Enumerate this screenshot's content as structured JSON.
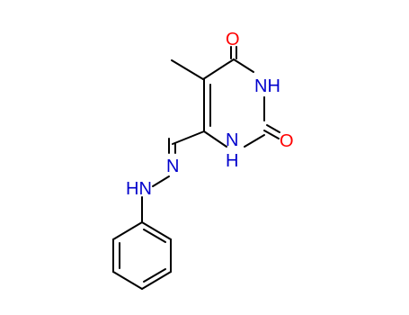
{
  "molecule": {
    "atoms": [
      {
        "id": "o_top",
        "symbol": "O",
        "color": "#ff0000"
      },
      {
        "id": "nh_ring_top",
        "symbol": "NH",
        "color": "#0000cc"
      },
      {
        "id": "o_right",
        "symbol": "O",
        "color": "#ff0000"
      },
      {
        "id": "nh_ring_bottom_n",
        "symbol": "N",
        "color": "#0000cc"
      },
      {
        "id": "nh_ring_bottom_h",
        "symbol": "H",
        "color": "#0000cc"
      },
      {
        "id": "n_azo",
        "symbol": "N",
        "color": "#0000cc"
      },
      {
        "id": "hn_hydrazone",
        "symbol": "HN",
        "color": "#0000cc"
      }
    ]
  }
}
